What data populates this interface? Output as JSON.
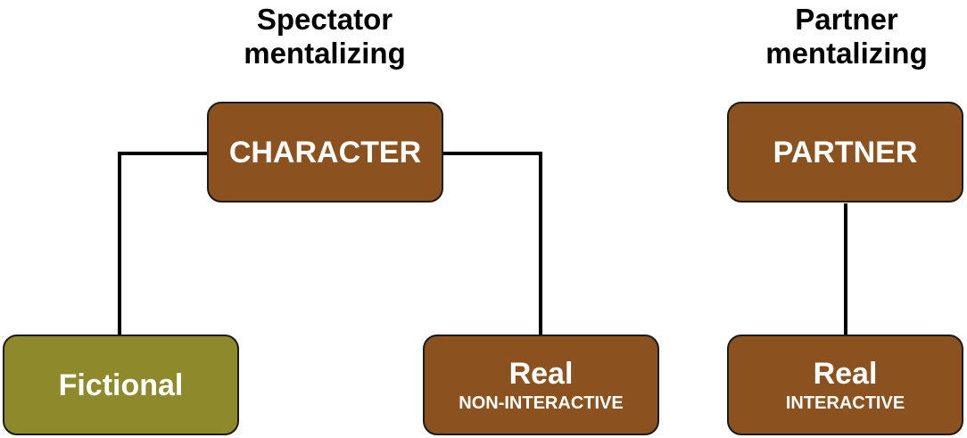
{
  "colors": {
    "node_brown": "#8b5220",
    "node_olive": "#8e8a2c",
    "border": "#1a1a1a",
    "line": "#000000",
    "text": "#ffffff"
  },
  "headings": {
    "spectator_line1": "Spectator",
    "spectator_line2": "mentalizing",
    "partner_line1": "Partner",
    "partner_line2": "mentalizing"
  },
  "nodes": {
    "character": {
      "label": "CHARACTER"
    },
    "partner": {
      "label": "PARTNER"
    },
    "fictional": {
      "label": "Fictional"
    },
    "real_noninteractive": {
      "label": "Real",
      "sublabel": "NON-INTERACTIVE"
    },
    "real_interactive": {
      "label": "Real",
      "sublabel": "INTERACTIVE"
    }
  }
}
